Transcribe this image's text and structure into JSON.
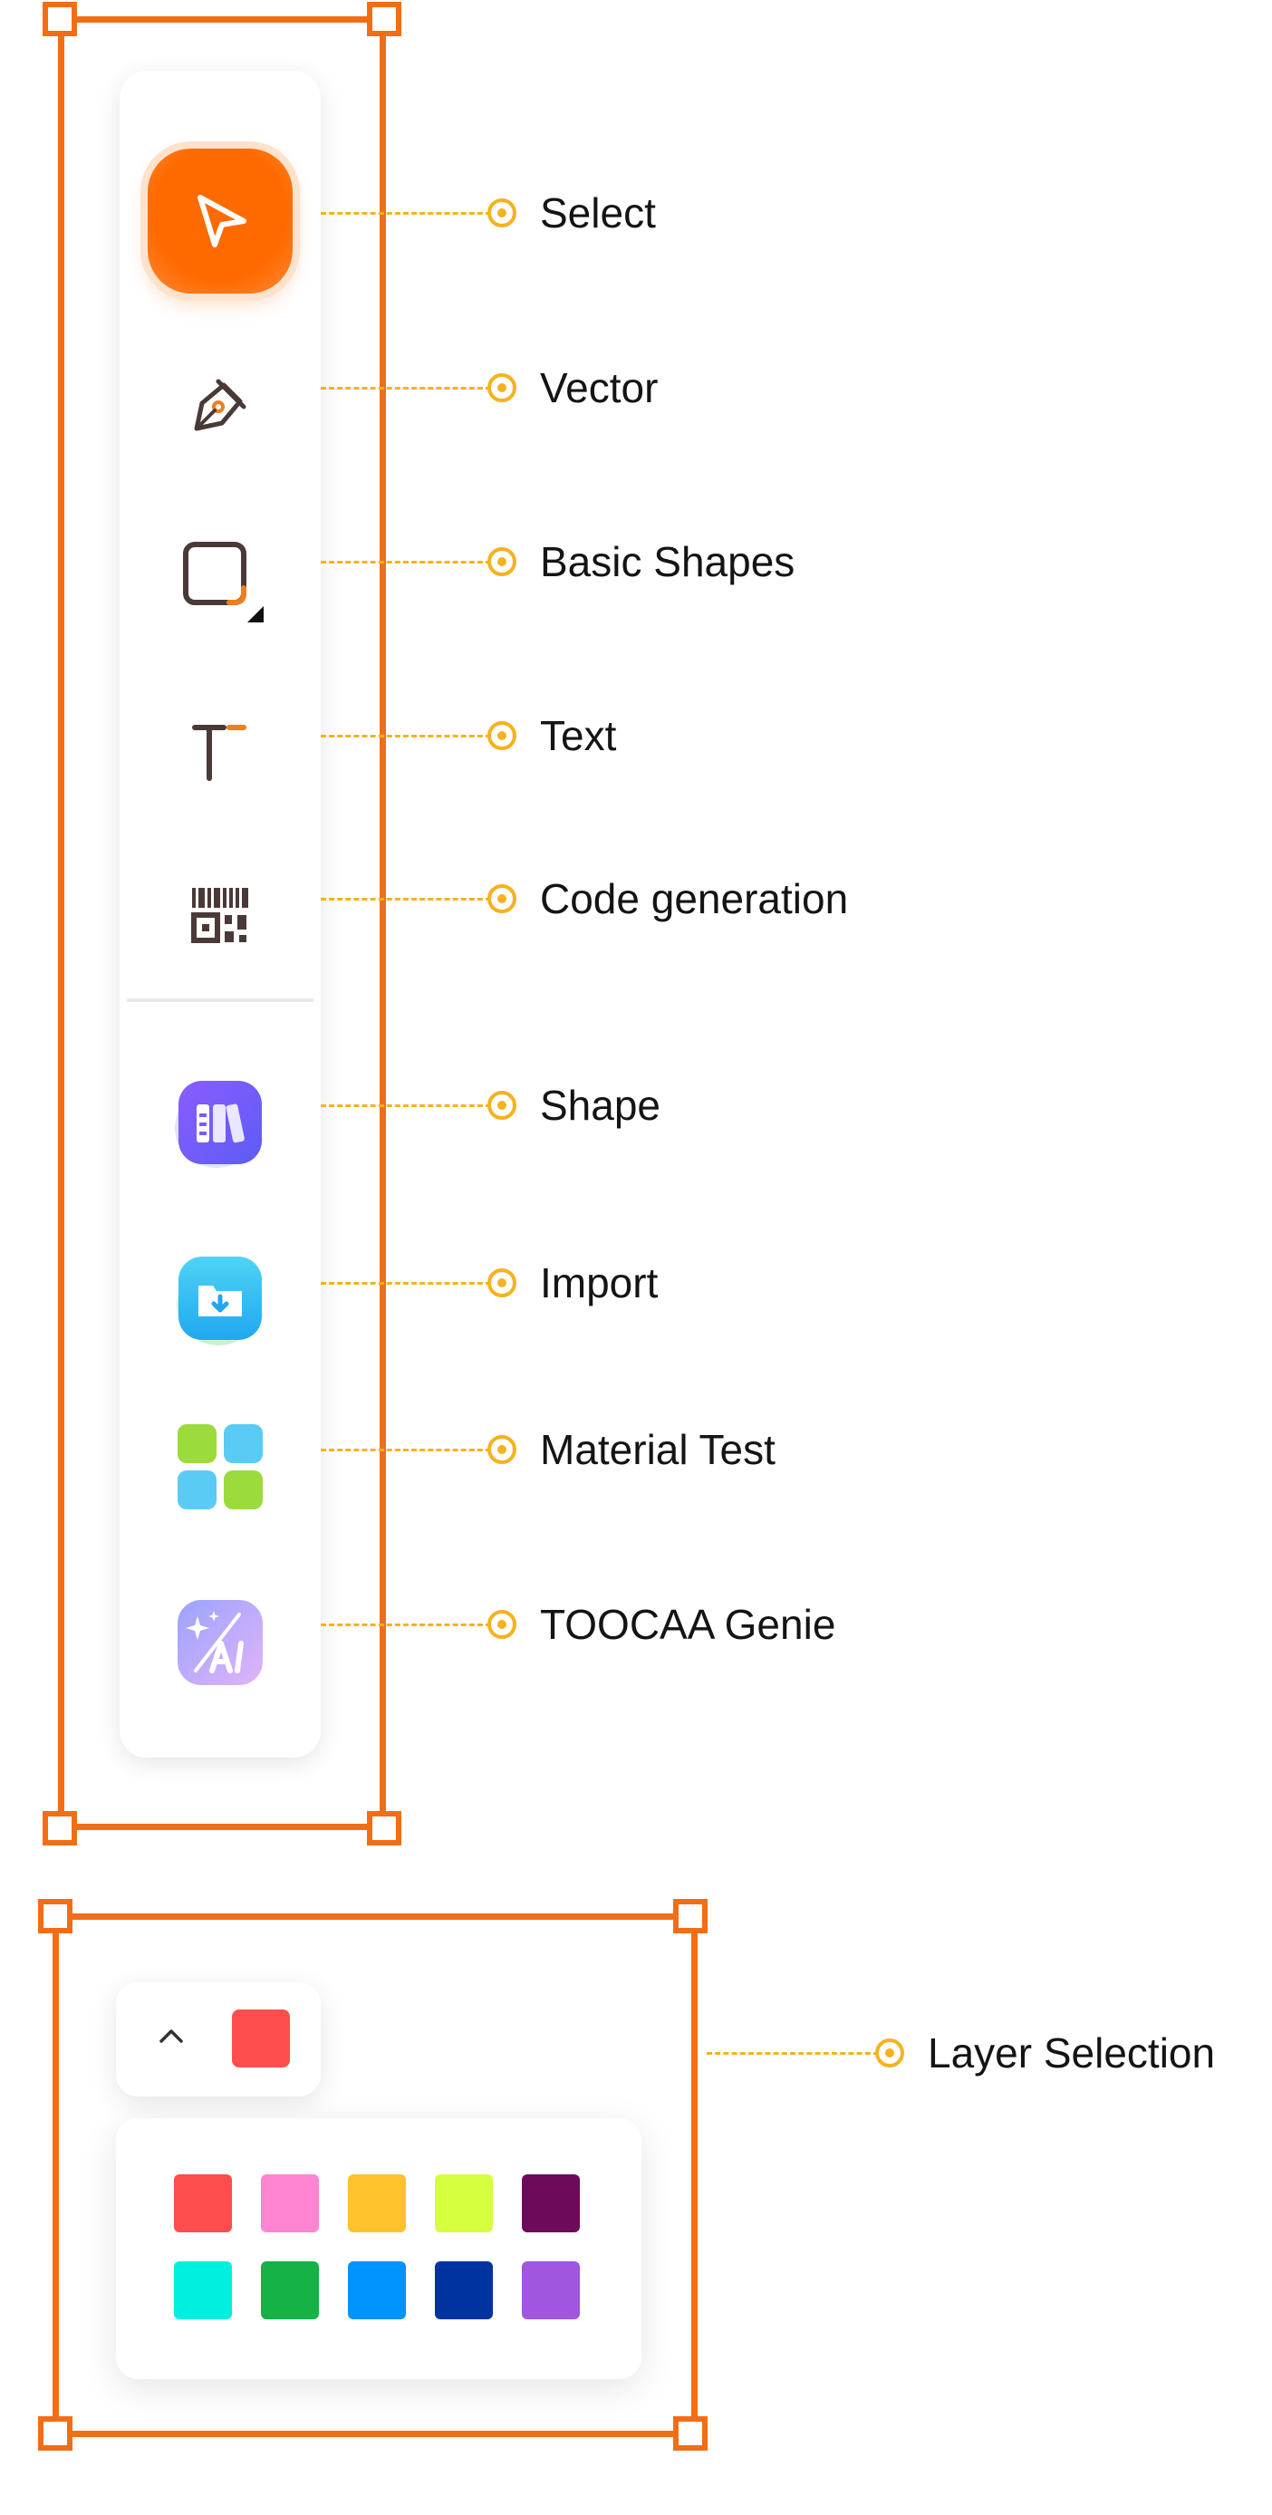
{
  "tools": [
    {
      "id": "select",
      "label": "Select",
      "icon": "cursor-icon"
    },
    {
      "id": "vector",
      "label": "Vector",
      "icon": "pen-icon"
    },
    {
      "id": "basic-shapes",
      "label": "Basic Shapes",
      "icon": "rounded-square-icon"
    },
    {
      "id": "text",
      "label": "Text",
      "icon": "text-icon"
    },
    {
      "id": "code-generation",
      "label": "Code generation",
      "icon": "barcode-qr-icon"
    },
    {
      "id": "shape",
      "label": "Shape",
      "icon": "library-icon"
    },
    {
      "id": "import",
      "label": "Import",
      "icon": "folder-import-icon"
    },
    {
      "id": "material-test",
      "label": "Material Test",
      "icon": "grid-icon"
    },
    {
      "id": "toocaa-genie",
      "label": "TOOCAA Genie",
      "icon": "ai-sparkle-icon"
    }
  ],
  "layer_selection": {
    "label": "Layer Selection",
    "current_color": "#FF4D4D",
    "palette": [
      "#FF4D4D",
      "#FF85D3",
      "#FFC22B",
      "#D6FF3F",
      "#6E0A5A",
      "#00F0E0",
      "#15B246",
      "#0094FF",
      "#0033A0",
      "#A056E0"
    ]
  },
  "colors": {
    "frame": "#F26E16",
    "callout": "#F6B21E",
    "select_active": "#FF6A00"
  }
}
